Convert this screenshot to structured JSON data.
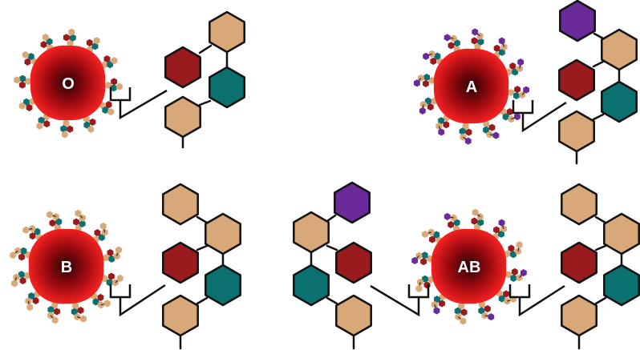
{
  "colors": {
    "tan": "#D8A878",
    "maroon": "#991B1E",
    "teal": "#0A7070",
    "purple": "#6A2A9A",
    "outline": "#111111",
    "cell_center": "#2A0204",
    "cell_mid": "#9C0A10",
    "cell_edge": "#F02020"
  },
  "panels": [
    {
      "id": "O",
      "label": "O"
    },
    {
      "id": "A",
      "label": "A"
    },
    {
      "id": "B",
      "label": "B"
    },
    {
      "id": "AB",
      "label": "AB"
    }
  ]
}
